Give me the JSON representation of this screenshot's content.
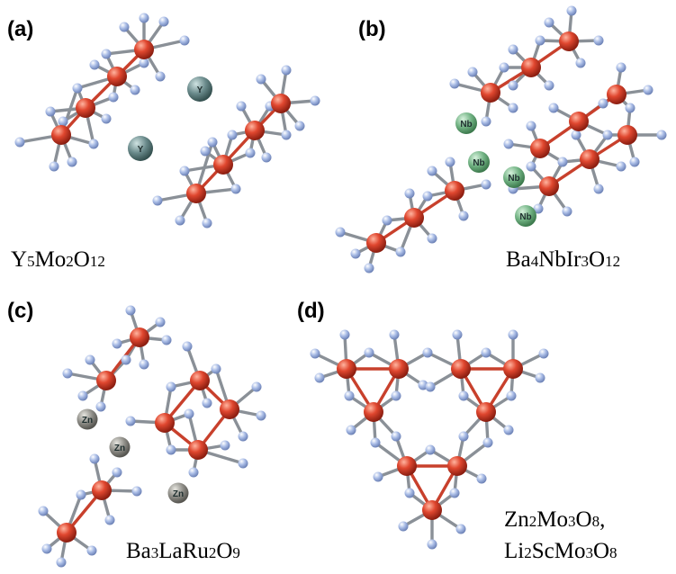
{
  "panels": [
    {
      "label": "(a)",
      "formula": [
        [
          "Y",
          ""
        ],
        [
          "5",
          "sub"
        ],
        [
          "Mo",
          ""
        ],
        [
          "2",
          "sub"
        ],
        [
          "O",
          ""
        ],
        [
          "12",
          "sub"
        ]
      ],
      "ions": [
        "Y",
        "Y"
      ]
    },
    {
      "label": "(b)",
      "formula": [
        [
          "Ba",
          ""
        ],
        [
          "4",
          "sub"
        ],
        [
          "NbIr",
          ""
        ],
        [
          "3",
          "sub"
        ],
        [
          "O",
          ""
        ],
        [
          "12",
          "sub"
        ]
      ],
      "ions": [
        "Nb",
        "Nb",
        "Nb",
        "Nb"
      ]
    },
    {
      "label": "(c)",
      "formula": [
        [
          "Ba",
          ""
        ],
        [
          "3",
          "sub"
        ],
        [
          "LaRu",
          ""
        ],
        [
          "2",
          "sub"
        ],
        [
          "O",
          ""
        ],
        [
          "9",
          "sub"
        ]
      ],
      "ions": [
        "Zn",
        "Zn",
        "Zn"
      ]
    },
    {
      "label": "(d)",
      "formula": [
        [
          "Zn",
          ""
        ],
        [
          "2",
          "sub"
        ],
        [
          "Mo",
          ""
        ],
        [
          "3",
          "sub"
        ],
        [
          "O",
          ""
        ],
        [
          "8",
          "sub"
        ],
        [
          ",",
          ""
        ]
      ],
      "formula2": [
        [
          "Li",
          ""
        ],
        [
          "2",
          "sub"
        ],
        [
          "ScMo",
          ""
        ],
        [
          "3",
          "sub"
        ],
        [
          "O",
          ""
        ],
        [
          "8",
          "sub"
        ]
      ],
      "ions": []
    }
  ],
  "colors": {
    "metal": "#d9432c",
    "oxygen": "#9db3e0",
    "bond": "#8a9097",
    "metal_bond": "#c8402c",
    "ion_Y": "#5f7f80",
    "ion_Nb": "#6bab7c",
    "ion_Zn": "#8d8c86"
  }
}
